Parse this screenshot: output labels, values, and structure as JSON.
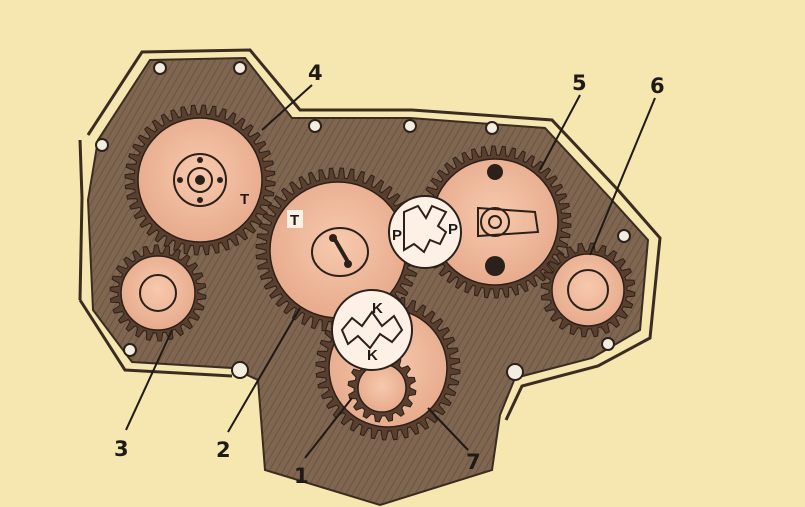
{
  "callouts": {
    "n1": "1",
    "n2": "2",
    "n3": "3",
    "n4": "4",
    "n5": "5",
    "n6": "6",
    "n7": "7"
  },
  "marks": {
    "t_gear4": "T",
    "t_gear2": "T",
    "p_left": "P",
    "p_right": "P",
    "k_top": "K",
    "k_bottom": "K"
  },
  "colors": {
    "background": "#f6e6b0",
    "housing": "#7a6248",
    "gear_face": "#f0b89a",
    "gear_teeth": "#5a3e2e",
    "hub": "#d99a7e",
    "callout_text": "#1f1a16"
  }
}
